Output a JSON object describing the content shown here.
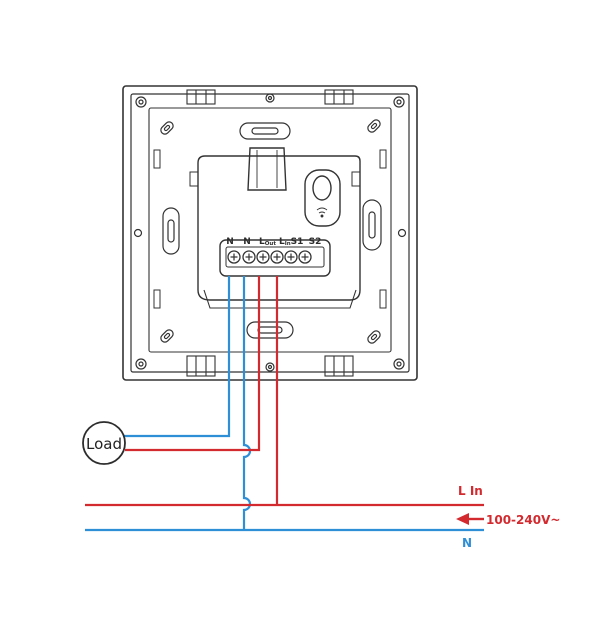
{
  "terminals": [
    "N",
    "N",
    "L",
    "L",
    "S1",
    "S2"
  ],
  "terminal_subs": [
    "",
    "",
    "Out",
    "In",
    "",
    ""
  ],
  "load_label": "Load",
  "line_label": "L In",
  "voltage_label": "100-240V~",
  "neutral_label": "N",
  "colors": {
    "live": "#d32a2f",
    "neutral": "#2f8fd6",
    "outline": "#333333",
    "arrow": "#d32a2f"
  }
}
